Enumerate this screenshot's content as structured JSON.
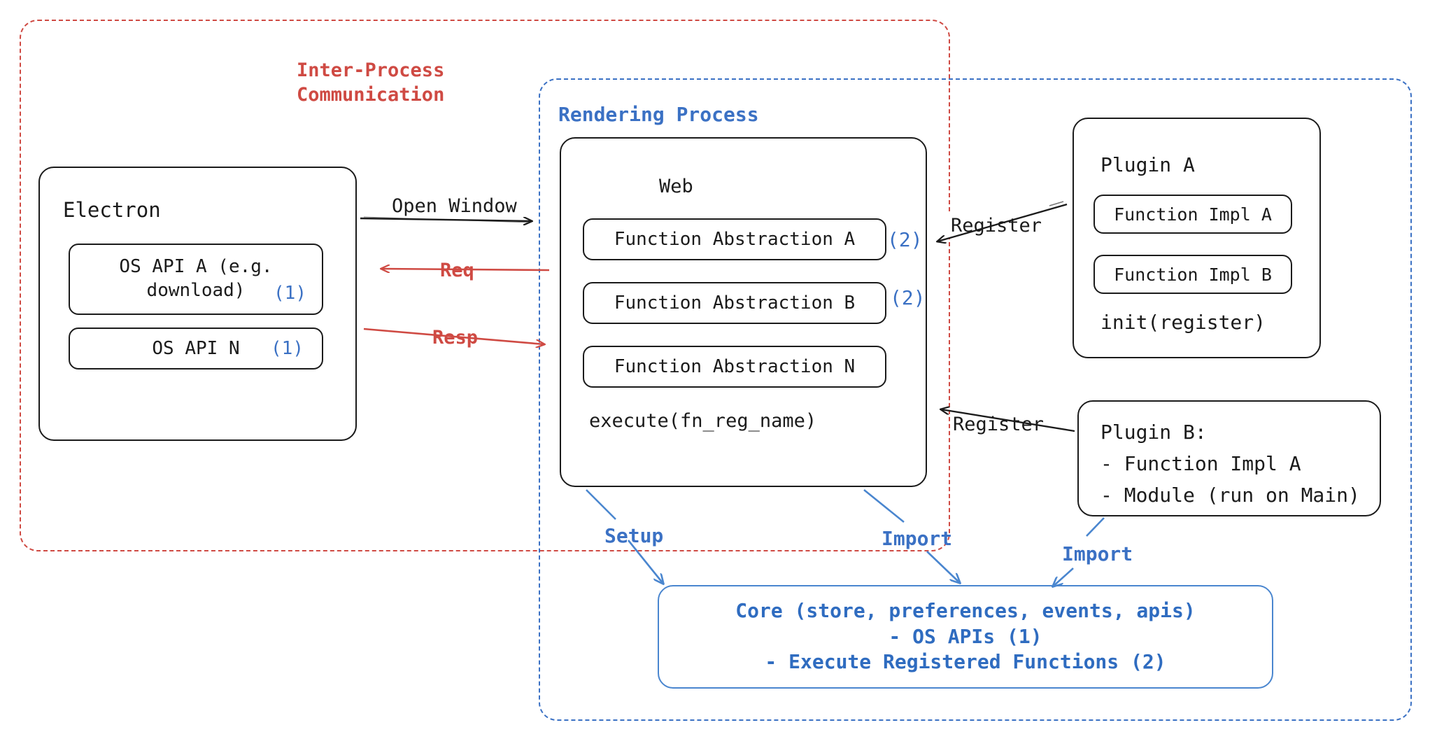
{
  "diagram": {
    "title_hidden": "",
    "containers": [
      {
        "id": "ipc",
        "label": "Inter-Process\nCommunication",
        "color": "#cf4a43",
        "style": "dashed"
      },
      {
        "id": "rendering",
        "label": "Rendering Process",
        "color": "#3b71c4",
        "style": "dashed"
      }
    ],
    "electron": {
      "title": "Electron",
      "items": [
        {
          "text": "OS API A (e.g.\ndownload)",
          "tag": "(1)"
        },
        {
          "text": "OS API N",
          "tag": "(1)"
        }
      ]
    },
    "web": {
      "title": "Web",
      "items": [
        {
          "text": "Function Abstraction A",
          "tag": "(2)"
        },
        {
          "text": "Function Abstraction B",
          "tag": "(2)"
        },
        {
          "text": "Function Abstraction N",
          "tag": ""
        }
      ],
      "footer": "execute(fn_reg_name)"
    },
    "plugin_a": {
      "title": "Plugin A",
      "items": [
        {
          "text": "Function Impl A"
        },
        {
          "text": "Function Impl B"
        }
      ],
      "footer": "init(register)"
    },
    "plugin_b": {
      "lines": [
        "Plugin B:",
        "- Function Impl A",
        "- Module (run on Main)"
      ]
    },
    "core": {
      "lines": [
        "Core (store, preferences, events, apis)",
        "- OS APIs (1)",
        "- Execute Registered Functions (2)"
      ],
      "color": "#2f6cc0"
    },
    "edges": [
      {
        "id": "open-window",
        "label": "Open Window",
        "color": "#1b1b1b"
      },
      {
        "id": "req",
        "label": "Req",
        "color": "#cf4a43"
      },
      {
        "id": "resp",
        "label": "Resp",
        "color": "#cf4a43"
      },
      {
        "id": "register-a",
        "label": "Register",
        "color": "#1b1b1b"
      },
      {
        "id": "register-b",
        "label": "Register",
        "color": "#1b1b1b"
      },
      {
        "id": "setup",
        "label": "Setup",
        "color": "#3b71c4"
      },
      {
        "id": "import-web",
        "label": "Import",
        "color": "#3b71c4"
      },
      {
        "id": "import-plugin-b",
        "label": "Import",
        "color": "#3b71c4"
      }
    ]
  }
}
